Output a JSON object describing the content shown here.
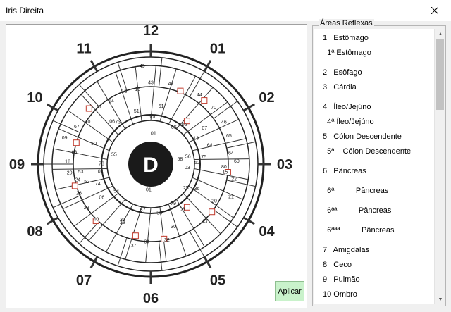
{
  "window": {
    "title": "Iris Direita",
    "close_icon": "close-icon"
  },
  "chart": {
    "center_label": "D",
    "clock_labels": [
      "12",
      "01",
      "02",
      "03",
      "04",
      "05",
      "06",
      "07",
      "08",
      "09",
      "10",
      "11"
    ],
    "zone_labels": [
      {
        "t": "49",
        "r": 140,
        "a": 355
      },
      {
        "t": "47",
        "r": 118,
        "a": 14
      },
      {
        "t": "43",
        "r": 116,
        "a": 0
      },
      {
        "t": "44",
        "r": 120,
        "a": 35
      },
      {
        "t": "70",
        "r": 120,
        "a": 48
      },
      {
        "t": "46",
        "r": 120,
        "a": 60
      },
      {
        "t": "65",
        "r": 118,
        "a": 70
      },
      {
        "t": "64",
        "r": 115,
        "a": 82
      },
      {
        "t": "60",
        "r": 122,
        "a": 88
      },
      {
        "t": "22",
        "r": 120,
        "a": 100
      },
      {
        "t": "21",
        "r": 123,
        "a": 112
      },
      {
        "t": "20",
        "r": 104,
        "a": 120
      },
      {
        "t": "27",
        "r": 112,
        "a": 136
      },
      {
        "t": "30",
        "r": 94,
        "a": 160
      },
      {
        "t": "32",
        "r": 110,
        "a": 168
      },
      {
        "t": "34",
        "r": 110,
        "a": 183
      },
      {
        "t": "37",
        "r": 118,
        "a": 192
      },
      {
        "t": "39",
        "r": 92,
        "a": 206
      },
      {
        "t": "40",
        "r": 110,
        "a": 225
      },
      {
        "t": "28",
        "r": 110,
        "a": 236
      },
      {
        "t": "26",
        "r": 110,
        "a": 248
      },
      {
        "t": "24",
        "r": 106,
        "a": 258
      },
      {
        "t": "20",
        "r": 116,
        "a": 264
      },
      {
        "t": "18",
        "r": 118,
        "a": 272
      },
      {
        "t": "68",
        "r": 110,
        "a": 279
      },
      {
        "t": "09",
        "r": 128,
        "a": 287
      },
      {
        "t": "67",
        "r": 118,
        "a": 297
      },
      {
        "t": "10",
        "r": 108,
        "a": 304
      },
      {
        "t": "11",
        "r": 110,
        "a": 318
      },
      {
        "t": "14",
        "r": 106,
        "a": 328
      },
      {
        "t": "15",
        "r": 110,
        "a": 340
      },
      {
        "t": "16",
        "r": 108,
        "a": 350
      },
      {
        "t": "06",
        "r": 82,
        "a": 318
      },
      {
        "t": "51",
        "r": 78,
        "a": 345
      },
      {
        "t": "69",
        "r": 68,
        "a": 2
      },
      {
        "t": "61",
        "r": 84,
        "a": 10
      },
      {
        "t": "06",
        "r": 74,
        "a": 40
      },
      {
        "t": "05",
        "r": 62,
        "a": 32
      },
      {
        "t": "07",
        "r": 92,
        "a": 56
      },
      {
        "t": "13",
        "r": 74,
        "a": 60
      },
      {
        "t": "64",
        "r": 88,
        "a": 72
      },
      {
        "t": "75",
        "r": 76,
        "a": 82
      },
      {
        "t": "56",
        "r": 54,
        "a": 78
      },
      {
        "t": "52",
        "r": 66,
        "a": 88
      },
      {
        "t": "80",
        "r": 104,
        "a": 92
      },
      {
        "t": "03",
        "r": 52,
        "a": 95
      },
      {
        "t": "36",
        "r": 74,
        "a": 118
      },
      {
        "t": "25",
        "r": 60,
        "a": 124
      },
      {
        "t": "79",
        "r": 64,
        "a": 150
      },
      {
        "t": "08",
        "r": 78,
        "a": 145
      },
      {
        "t": "33",
        "r": 70,
        "a": 170
      },
      {
        "t": "57",
        "r": 66,
        "a": 190
      },
      {
        "t": "31",
        "r": 88,
        "a": 207
      },
      {
        "t": "06",
        "r": 84,
        "a": 236
      },
      {
        "t": "54",
        "r": 62,
        "a": 232
      },
      {
        "t": "74",
        "r": 80,
        "a": 250
      },
      {
        "t": "52",
        "r": 94,
        "a": 255
      },
      {
        "t": "53",
        "r": 100,
        "a": 264
      },
      {
        "t": "04",
        "r": 72,
        "a": 262
      },
      {
        "t": "78",
        "r": 70,
        "a": 271
      },
      {
        "t": "55",
        "r": 54,
        "a": 285
      },
      {
        "t": "50",
        "r": 86,
        "a": 290
      },
      {
        "t": "73",
        "r": 76,
        "a": 322
      },
      {
        "t": "01",
        "r": 36,
        "a": 185
      },
      {
        "t": "01",
        "r": 44,
        "a": 5
      },
      {
        "t": "58",
        "r": 42,
        "a": 80
      },
      {
        "t": "15",
        "r": 106,
        "a": 96
      }
    ],
    "apply_label": "Aplicar"
  },
  "areas": {
    "title": "Áreas Reflexas",
    "items": [
      "1   Estômago",
      "  1ª Estômago",
      "2   Esôfago",
      "3   Cárdia",
      "4   Íleo/Jejúno",
      "  4ª Íleo/Jejúno",
      "5   Cólon Descendente",
      "  5ª    Cólon Descendente",
      "6   Pâncreas",
      "  6ª          Pâncreas",
      "  6ªª          Pâncreas",
      "  6ªªª          Pâncreas",
      "7   Amigdalas",
      "8   Ceco",
      "9   Pulmão",
      "10 Ombro"
    ]
  }
}
